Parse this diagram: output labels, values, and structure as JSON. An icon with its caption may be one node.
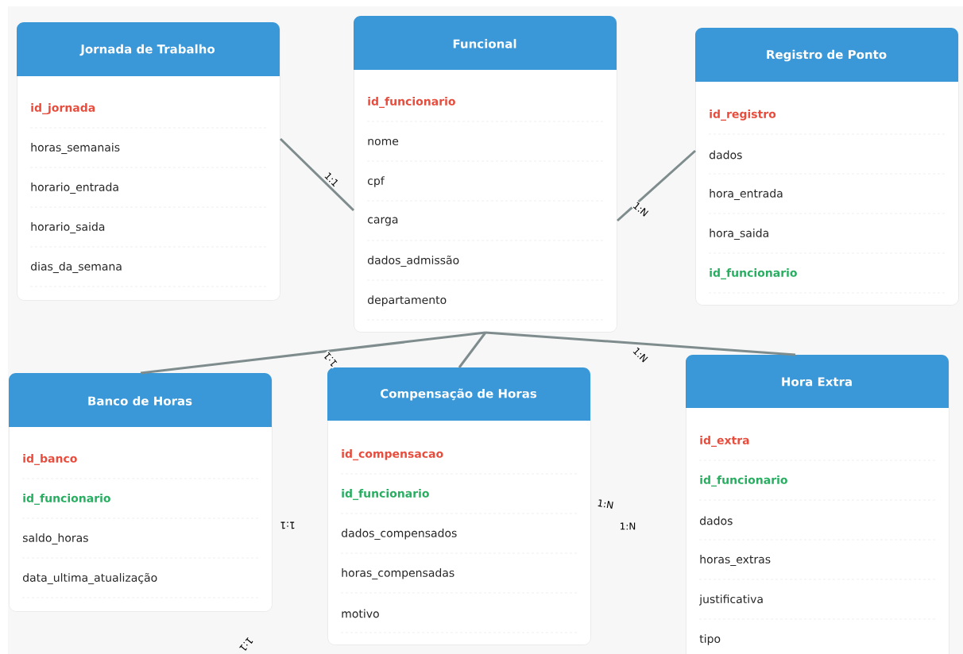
{
  "diagram": {
    "nodes": [
      {
        "text": [
          "Jornada de Trabalho",
          "id_jornada",
          "horas_semanais",
          "horario_entrada",
          "horario_saida",
          "dias_da_semana"
        ]
      },
      {
        "text": [
          "Funcional",
          "id_funcionario",
          "nome",
          "cpf",
          "carga",
          "dados_admissão",
          "departamento"
        ]
      },
      {
        "text": [
          "Registro de Ponto",
          "id_registro",
          "dados",
          "hora_entrada",
          "hora_saida",
          "id_funcionario"
        ]
      },
      {
        "text": [
          "Banco de Horas",
          "id_banco",
          "id_funcionario",
          "saldo_horas",
          "data_ultima_atualização"
        ]
      },
      {
        "text": [
          "Compensação de Horas",
          "id_compensacao",
          "id_funcionario",
          "dados_compensados",
          "horas_compensadas",
          "motivo"
        ]
      },
      {
        "text": [
          "Hora Extra",
          "id_extra",
          "id_funcionario",
          "dados",
          "horas_extras",
          "justificativa",
          "tipo"
        ]
      }
    ],
    "edges": [
      {
        "from": 0,
        "to": 1,
        "arrow": "none",
        "label": "1:1"
      },
      {
        "from": 1,
        "to": 2,
        "arrow": "none",
        "label": "1:N"
      },
      {
        "from": 1,
        "to": 3,
        "arrow": "none",
        "label": "1:1"
      },
      {
        "from": 1,
        "to": 4,
        "arrow": "none"
      },
      {
        "from": 1,
        "to": 5,
        "arrow": "none",
        "label": "1:N"
      }
    ],
    "labels": [
      "1:N",
      "1:N",
      "1:1",
      "1:1"
    ]
  }
}
